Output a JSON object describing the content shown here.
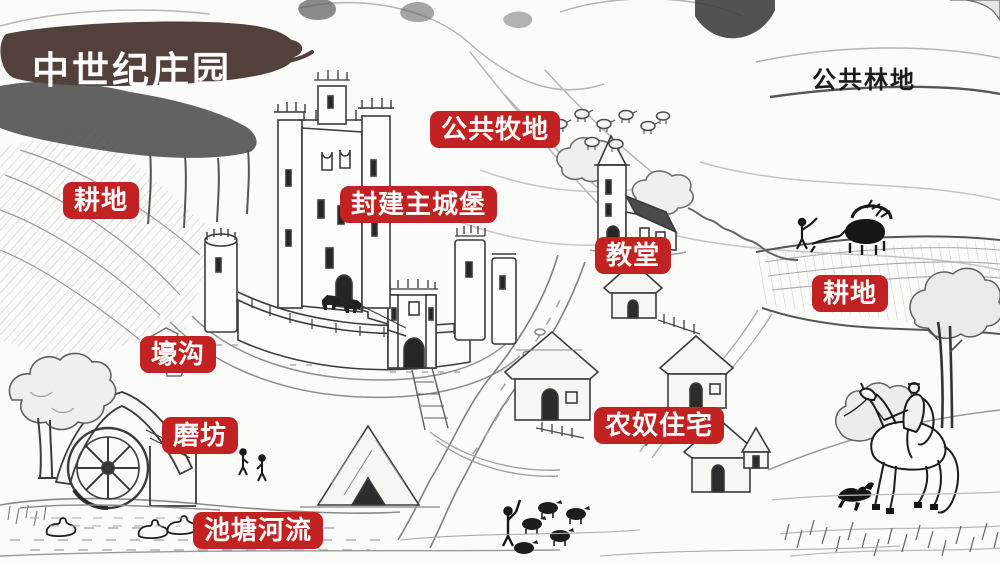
{
  "slide": {
    "title": "中世纪庄园",
    "corner_label": "公共林地",
    "badges": [
      {
        "id": "common-pasture",
        "text": "公共牧地"
      },
      {
        "id": "arable-left",
        "text": "耕地"
      },
      {
        "id": "lord-castle",
        "text": "封建主城堡"
      },
      {
        "id": "church",
        "text": "教堂"
      },
      {
        "id": "arable-right",
        "text": "耕地"
      },
      {
        "id": "moat",
        "text": "壕沟"
      },
      {
        "id": "mill",
        "text": "磨坊"
      },
      {
        "id": "serf-housing",
        "text": "农奴住宅"
      },
      {
        "id": "pond-river",
        "text": "池塘河流"
      }
    ]
  },
  "colors": {
    "badge_red": "#c32222",
    "title_brown": "#53403a",
    "label_black": "#1c1c1c",
    "paper": "#fbfbf9",
    "line": "#3b3b3b"
  },
  "scene_icons": [
    "castle-keep-icon",
    "curtain-wall-icon",
    "gatehouse-icon",
    "moat-icon",
    "church-icon",
    "sheep-flock-icon",
    "plowman-oxen-icon",
    "serf-cottages-icon",
    "watermill-wheel-icon",
    "pond-ducks-icon",
    "river-icon",
    "swineherd-pigs-icon",
    "horse-rider-icon",
    "dog-icon",
    "trees-icon",
    "arable-field-icon"
  ]
}
